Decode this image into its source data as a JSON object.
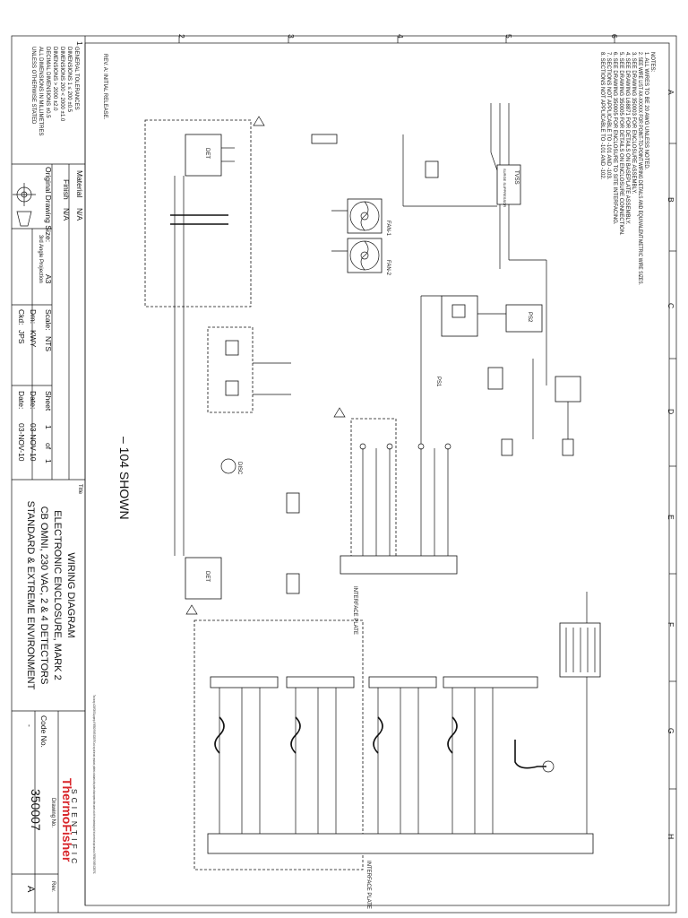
{
  "drawing": {
    "main_title": "– 104 SHOWN",
    "revision_note": "REV. A: INITIAL RELEASE.",
    "notes_heading": "NOTES:",
    "notes": [
      "1. ALL WIRES TO BE 20 AWG UNLESS NOTED.",
      "2. SEE WIRE LIST AX-XXXXX FOR POINT-TO-POINT WIRING DETAILS AND EQUIVALENT METRIC WIRE SIZES.",
      "3. SEE DRAWING 350003 FOR ENCLOSURE ASSEMBLY.",
      "4. SEE DRAWING L68871 FOR DETAILS ON BASEPLATE ASSEMBLY.",
      "5. SEE DRAWING 350005 FOR DETAILS ON ENCLOSURE CONNECTION.",
      "6. SEE DRAWING 350005 FOR ENCLOSURE TO SITE INTERFACING.",
      "7. SECTIONS NOT APPLICABLE TO -101 AND -103.",
      "8. SECTIONS NOT APPLICABLE TO -101 AND -102."
    ],
    "zone_numbers": [
      "1",
      "2",
      "3",
      "4",
      "5",
      "6"
    ],
    "zone_letters": [
      "A",
      "B",
      "C",
      "D",
      "E",
      "F",
      "G",
      "H"
    ],
    "components": {
      "fan1": "FAN-1",
      "fan2": "FAN-2",
      "tvss": "TVSS",
      "surge": "SURGE SUPPRESSOR",
      "ps1": "PS1",
      "ps2": "PS2",
      "interface_plate": "INTERFACE PLATE",
      "detector_a": "DET",
      "detector_b": "DET",
      "disc": "DISC"
    },
    "confidentiality": "This drawing is CONFIDENTIAL property of THERMO FISHER SCIENTIFIC and may not be used, reproduced, published or disclosed to third parties without express written consent, and with the understanding that it is to be returned upon demand to THERMO FISHER SCIENTIFIC."
  },
  "title_block": {
    "tolerances_heading": "GENERAL TOLERANCES",
    "tolerances": [
      "DIMENSIONS      1 ≤ 200      ±0.5",
      "DIMENSIONS 200 < 2000      ±1.0",
      "DIMENSIONS        > 2000      ±2.0",
      "DECIMAL DIMENSIONS         ±0.5",
      "ALL DIMENSIONS IN MILLIMETRES",
      "UNLESS OTHERWISE STATED"
    ],
    "projection": "3rd Angle Projection",
    "material_label": "Material",
    "material_value": "N/A",
    "finish_label": "Finish",
    "finish_value": "N/A",
    "drawing_size_label": "Original Drawing Size:",
    "drawing_size_value": "A3",
    "scale_label": "Scale:",
    "scale_value": "NTS",
    "sheet_label": "Sheet",
    "sheet_value": "1",
    "sheet_of": "of",
    "sheet_total": "1",
    "drawn_label": "Drn:",
    "drawn_value": "KWY",
    "drawn_date_label": "Date:",
    "drawn_date_value": "03-NOV-10",
    "checked_label": "Ckd:",
    "checked_value": "JPS",
    "checked_date_label": "Date:",
    "checked_date_value": "03-NOV-10",
    "title_label": "Title",
    "title_lines": [
      "WIRING DIAGRAM",
      "ELECTRONIC ENCLOSURE, MARK 2",
      "CB OMNI, 230 VAC, 2 & 4 DETECTORS",
      "STANDARD & EXTREME ENVIRONMENT"
    ],
    "code_label": "Code No.",
    "code_value": "-",
    "brand_thermo": "ThermoFisher",
    "brand_scientific": "SCIENTIFIC",
    "drawing_no_label": "Drawing No.",
    "drawing_no_value": "350007",
    "rev_label": "Rev.",
    "rev_value": "A"
  }
}
